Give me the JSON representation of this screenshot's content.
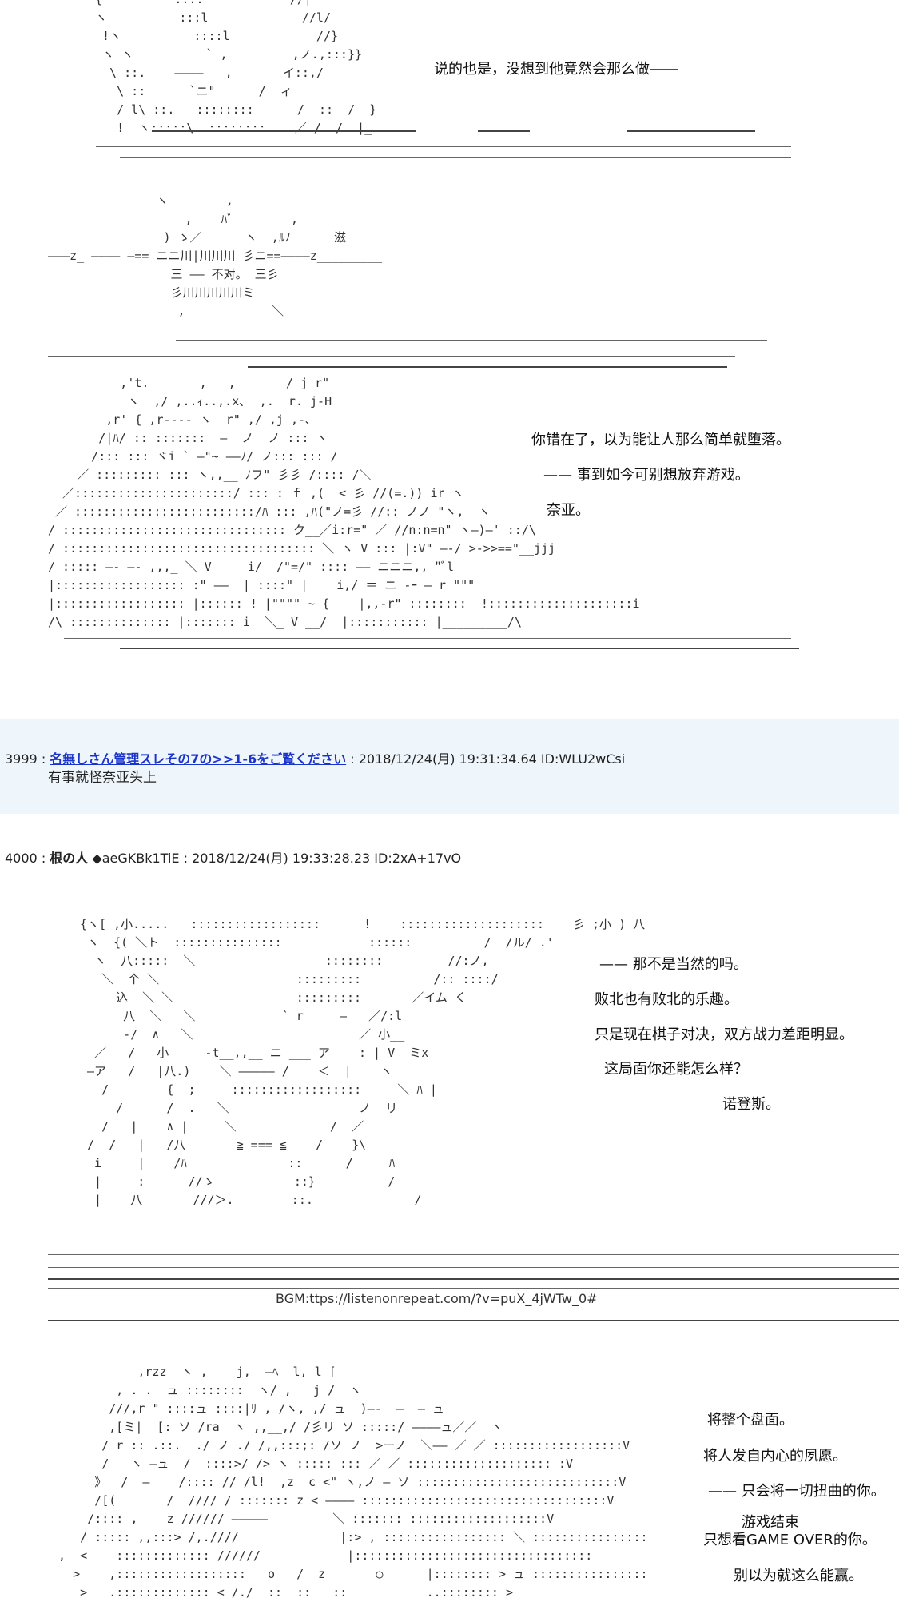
{
  "art": {
    "block1": " {          ::::            //|\n ヽ          :::l             //l/\n  !ヽ          ::::l            //}\n  ヽ ヽ          ` ,         ,ノ.,:::}}\n   \\ ::.    ――――   ,       イ::,/\n    \\ ::      `ニ\"      /  ィ\n    / l\\ ::.   ::::::::      /  ::  /  }\n    !  ヽ:::::\\  ::::::::    ／ /  /  |_",
    "block2": "               ヽ        ,\n                   ,    ﾊﾞ        ,\n                ) ゝ／      ヽ  ,ﾙﾉ      滋\n―――z_ ―――― ―== ニニ川|川川川 彡ニ==――――z_________\n                 三 ―― 不对。 三彡\n                 彡川川川川川ミ\n                  ,            ＼",
    "block3": "          ,'t.       ,   ,       / j r\"\n           ヽ  ,/ ,..ｨ..,.x､  ,.  r. j-H\n        ,r' { ,r---- ヽ  r\" ,/ ,j ,-､\n       /|ﾊ/ :: :::::::  ―  ノ  ノ ::: ヽ\n      /::: ::: ヾi ` ―\"~ ――ﾉ/ ノ::: ::: /\n    ／ ::::::::: ::: ヽ,,__ ﾉフ\" 彡彡 /:::: /＼\n  ／::::::::::::::::::::::/ ::: : ｆ ,(  < 彡 //(=.)) ir ヽ\n ／ :::::::::::::::::::::::::/ﾊ ::: ,ﾊ(\"ノ=彡 //:: ノノ \"ヽ,  ヽ\n/ ::::::::::::::::::::::::::::::: ク__／i:r=\" ／ //n:n=n\" ヽ―)―' ::/\\\n/ ::::::::::::::::::::::::::::::::::: ＼ ヽ V ::: |:V\" ―-/ >->>==\"__jjj\n/ ::::: ―- ―- ,,,_ ＼ V     i/  /\"=/\" :::: ―― ニニニ,, \"ﾞl\n|:::::::::::::::::: :\" ――  | ::::\" |    i,/ ＝ ニ -ｰ ― r \"\"\"\n|:::::::::::::::::: |:::::: ! |\"\"\"\" ~ {    |,,-r\" ::::::::  !::::::::::::::::::::i\n/\\ :::::::::::::: |::::::: i  ＼_ V __/  |::::::::::: |_________/\\",
    "block4": "{ヽ[ ,小.....   ::::::::::::::::::      !    ::::::::::::::::::::    彡 ;小 ) 八\n ヽ  {( ＼ト  :::::::::::::::            ::::::          /  /ル/ .'\n  ヽ  八:::::  ＼                  ::::::::         //:ノ,\n   ＼  个 ＼                   :::::::::          /:: ::::/\n     込  ＼ ＼                 :::::::::       ／イム く\n      八  ＼   ＼            ` r     ―   ／/:l\n      -/  ∧   ＼                       ／ 小__\n  ／   /   小     -t__,,__ ニ ___ ア    : | V  ミx\n ―ア   /   |八.)    ＼ ――――― /    ＜  |    ヽ\n   /        {  ;     ::::::::::::::::::     ＼ ﾊ |\n     /      /  .   ＼                  ノ  リ\n   /   |    ∧ |     ＼             /  ／\n /  /   |   /八       ≧ === ≦    /    }\\\n  i     |    /ﾊ              ::      /     ﾊ\n  |     :      //ゝ           ::}          /\n  |    八       ///＞.        ::.              /\n",
    "block5": "             ,rzz  ヽ ,    j,  ―ﾍ  l, l [\n          , . .  ュ ::::::::  ヽ/ ,   j /  ヽ\n         ///,r \" ::::ュ ::::|ﾘ , /ヽ, ,/ ュ  )―-  ―  ― ュ\n         ,[ミ|  [: ソ /ra  ヽ ,,__,/ /彡リ ソ :::::/ ――――ュ／／  ヽ\n        / r :: .::.  ./ ノ ./ /,,:::;: /ソ ノ  >ーノ  ＼―― ／ ／ ::::::::::::::::::V\n        /   ヽ ―ュ  /  ::::>/ /> ヽ ::::: ::: ／ ／ :::::::::::::::::::: :V\n       》  /  ―    /:::: // /l!  ,z  c <\" ヽ,ノ ― ソ ::::::::::::::::::::::::::::V\n       /[(       /  //// / ::::::: z < ―――― ::::::::::::::::::::::::::::::::::V\n      /:::: ,    z ////// ―――――         ＼ ::::::: :::::::::::::::::::V\n     / ::::: ,,:::> /,.////              |:> , ::::::::::::::::: ＼ ::::::::::::::::\n  ,  <    ::::::::::::: //////            |:::::::::::::::::::::::::::::::::\n    >    ,::::::::::::::::::   o   /  z       ○      |:::::::: > ュ ::::::::::::::::\n     >   .::::::::::::: < /./  ::  ::   ::           ..:::::::: >"
  },
  "panel1": {
    "caption_top": "说的也是，没想到他竟然会那么做――"
  },
  "panel2": {
    "captions": [
      "你错在了，以为能让人那么简单就堕落。",
      "—— 事到如今可别想放弃游戏。",
      "奈亚。"
    ]
  },
  "post3999": {
    "number": "3999",
    "name_link": "名無しさん管理スレその7の>>1-6をご覧ください",
    "meta": "2018/12/24(月) 19:31:34.64 ID:WLU2wCsi",
    "body": "有事就怪奈亚头上"
  },
  "post4000": {
    "number": "4000",
    "name": "根の人",
    "trip": "◆aeGKBk1TiE",
    "meta": "2018/12/24(月) 19:33:28.23 ID:2xA+17vO",
    "captions": [
      "—— 那不是当然的吗。",
      "败北也有败北的乐趣。",
      "只是现在棋子对决，双方战力差距明显。",
      "这局面你还能怎么样？",
      "诺登斯。"
    ],
    "bgm": "BGM:ttps://listenonrepeat.com/?v=puX_4jWTw_0#",
    "captions2": [
      "将整个盘面。",
      "将人发自内心的夙愿。",
      "—— 只会将一切扭曲的你。",
      "游戏结束",
      "只想看GAME OVER的你。",
      "别以为就这么能赢。"
    ]
  }
}
